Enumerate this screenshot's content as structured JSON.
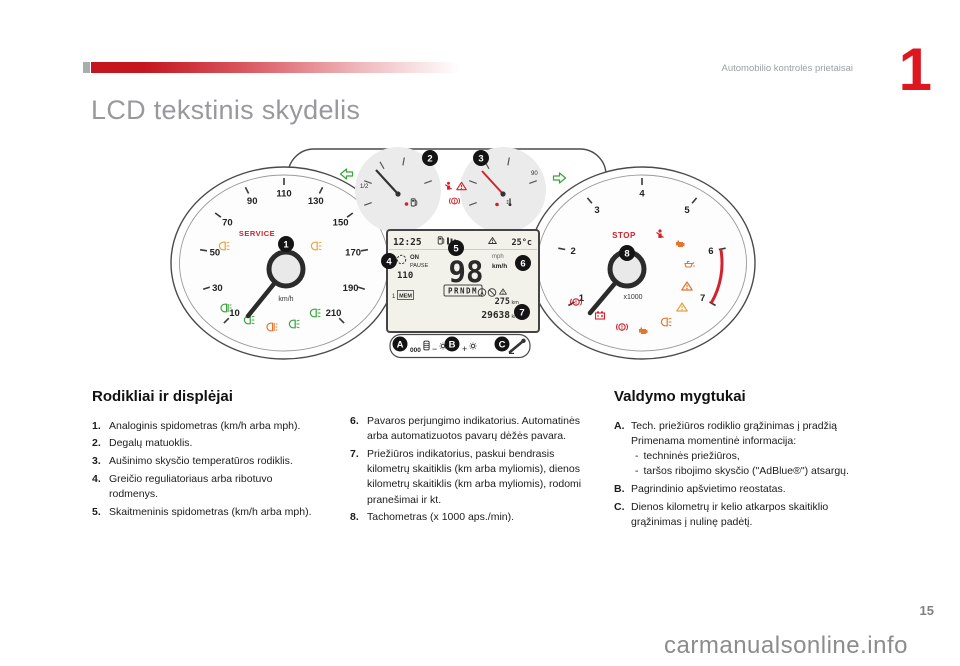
{
  "page": {
    "header": "Automobilio kontrolės prietaisai",
    "chapter": "1",
    "title": "LCD tekstinis skydelis",
    "page_number": "15",
    "watermark": "carmanualsonline.info"
  },
  "cluster": {
    "speedometer": {
      "labels": [
        "10",
        "30",
        "50",
        "70",
        "90",
        "110",
        "130",
        "150",
        "170",
        "190",
        "210"
      ],
      "unit": "km/h",
      "service": "SERVICE"
    },
    "tachometer": {
      "labels": [
        "1",
        "2",
        "3",
        "4",
        "5",
        "6",
        "7"
      ],
      "unit": "x1000",
      "stop": "STOP"
    },
    "fuel_gauge": {
      "half": "1/2"
    },
    "temp_gauge": {
      "mark": "90"
    },
    "lcd": {
      "time": "12:25",
      "outside_temp": "25°c",
      "cruise_on": "ON",
      "cruise_pause": "PAUSE",
      "cruise_speed": "110",
      "speed": "98",
      "unit_mph": "mph",
      "unit_kmh": "km/h",
      "gear_selector": "PRNDM",
      "mem_num": "1",
      "mem": "MEM",
      "icon_a": "A",
      "trip_value": "275",
      "trip_unit": "km",
      "odo_value": "29638",
      "odo_unit": "km"
    },
    "buttons": {
      "reset": "000",
      "minus": "−",
      "plus": "+"
    },
    "callouts": {
      "c1": "1",
      "c2": "2",
      "c3": "3",
      "c4": "4",
      "c5": "5",
      "c6": "6",
      "c7": "7",
      "c8": "8",
      "ca": "A",
      "cb": "B",
      "cc": "C"
    }
  },
  "sections": {
    "displays": {
      "heading": "Rodikliai ir displėjai",
      "items": [
        {
          "n": "1.",
          "t": "Analoginis spidometras (km/h arba mph)."
        },
        {
          "n": "2.",
          "t": "Degalų matuoklis."
        },
        {
          "n": "3.",
          "t": "Aušinimo skysčio temperatūros rodiklis."
        },
        {
          "n": "4.",
          "t": "Greičio reguliatoriaus arba ribotuvo rodmenys."
        },
        {
          "n": "5.",
          "t": "Skaitmeninis spidometras (km/h arba mph)."
        }
      ]
    },
    "displays_cont": {
      "items": [
        {
          "n": "6.",
          "t": "Pavaros perjungimo indikatorius. Automatinės arba automatizuotos pavarų dėžės pavara."
        },
        {
          "n": "7.",
          "t": "Priežiūros indikatorius, paskui bendrasis kilometrų skaitiklis (km arba myliomis), dienos kilometrų skaitiklis (km arba myliomis), rodomi pranešimai ir kt."
        },
        {
          "n": "8.",
          "t": "Tachometras (x 1000 aps./min)."
        }
      ]
    },
    "controls": {
      "heading": "Valdymo mygtukai",
      "items": [
        {
          "n": "A.",
          "t": "Tech. priežiūros rodiklio grąžinimas į pradžią",
          "sub": "Primenama momentinė informacija:",
          "bullets": [
            {
              "dash": "-",
              "t": "techninės priežiūros,"
            },
            {
              "dash": "-",
              "t": "taršos ribojimo skysčio (\"AdBlue®\") atsargų."
            }
          ]
        },
        {
          "n": "B.",
          "t": "Pagrindinio apšvietimo reostatas."
        },
        {
          "n": "C.",
          "t": "Dienos kilometrų ir kelio atkarpos skaitiklio grąžinimas į nulinę padėtį."
        }
      ]
    }
  }
}
